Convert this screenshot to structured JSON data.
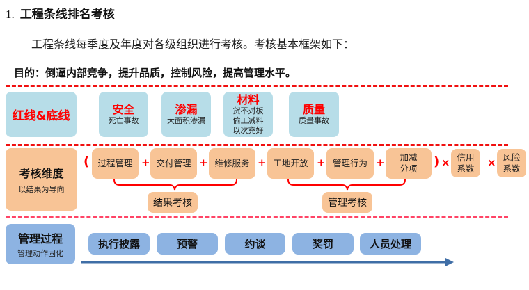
{
  "heading": {
    "number": "1.",
    "text": "工程条线排名考核"
  },
  "intro": "工程条线每季度及年度对各级组织进行考核。考核基本框架如下：",
  "goal": {
    "label": "目的：",
    "text": "倒逼内部竞争，提升品质，控制风险，提高管理水平。"
  },
  "row1": {
    "title": "红线&底线",
    "items": [
      {
        "title": "安全",
        "desc": [
          "死亡事故"
        ]
      },
      {
        "title": "渗漏",
        "desc": [
          "大面积渗漏"
        ]
      },
      {
        "title": "材料",
        "desc": [
          "货不对板",
          "偷工减料",
          "以次充好"
        ]
      },
      {
        "title": "质量",
        "desc": [
          "质量事故"
        ]
      }
    ]
  },
  "row2": {
    "title": "考核维度",
    "subtitle": "以结果为导向",
    "items": [
      "过程管理",
      "交付管理",
      "维修服务",
      "工地开放",
      "管理行为",
      "加减\n分项"
    ],
    "factors": [
      "信用\n系数",
      "风险\n系数"
    ],
    "open_paren": "(",
    "close_paren": ")",
    "plus": "+",
    "times": "×",
    "groups": [
      "结果考核",
      "管理考核"
    ]
  },
  "row3": {
    "title": "管理过程",
    "subtitle": "管理动作固化",
    "steps": [
      "执行披露",
      "预警",
      "约谈",
      "奖罚",
      "人员处理"
    ]
  },
  "colors": {
    "red": "#ff0000",
    "light_blue": "#b7dde8",
    "orange": "#f8c496",
    "blue": "#8db3e2",
    "arrow": "#3f6ea6"
  }
}
